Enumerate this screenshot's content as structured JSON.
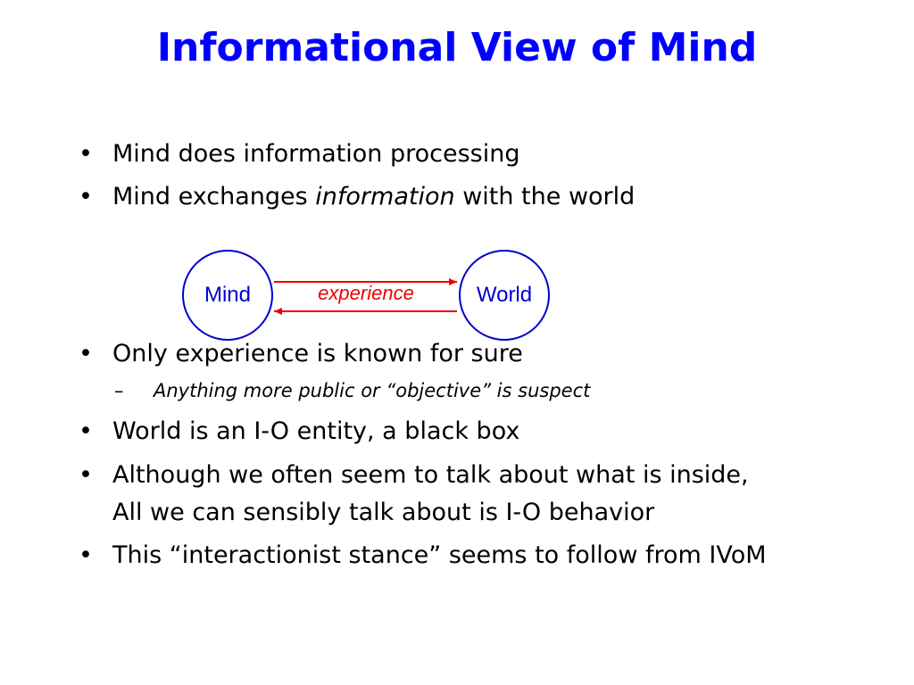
{
  "slide": {
    "title": "Informational View of Mind",
    "bullet_glyph": "•",
    "sub_glyph": "–",
    "bullets": [
      {
        "parts": [
          "Mind does information processing"
        ]
      },
      {
        "pre": "Mind exchanges ",
        "em": "information",
        "post": " with the world"
      },
      {
        "parts": [
          "Only experience is known for sure"
        ]
      },
      {
        "parts": [
          "World is an I-O entity, a black box"
        ]
      },
      {
        "line1": "Although we often seem to talk about what is inside,",
        "line2": "All we can sensibly talk about is I-O behavior"
      },
      {
        "parts": [
          "This “interactionist stance” seems to follow from IVoM"
        ]
      }
    ],
    "sub_bullets": [
      {
        "text": "Anything more public or “objective” is suspect"
      }
    ]
  },
  "diagram": {
    "left_node": "Mind",
    "right_node": "World",
    "edge_label": "experience",
    "colors": {
      "node_stroke": "#0000cc",
      "node_text": "#0000cc",
      "arrow": "#ee0000",
      "edge_text": "#ee0000",
      "title": "#0000ff"
    }
  }
}
